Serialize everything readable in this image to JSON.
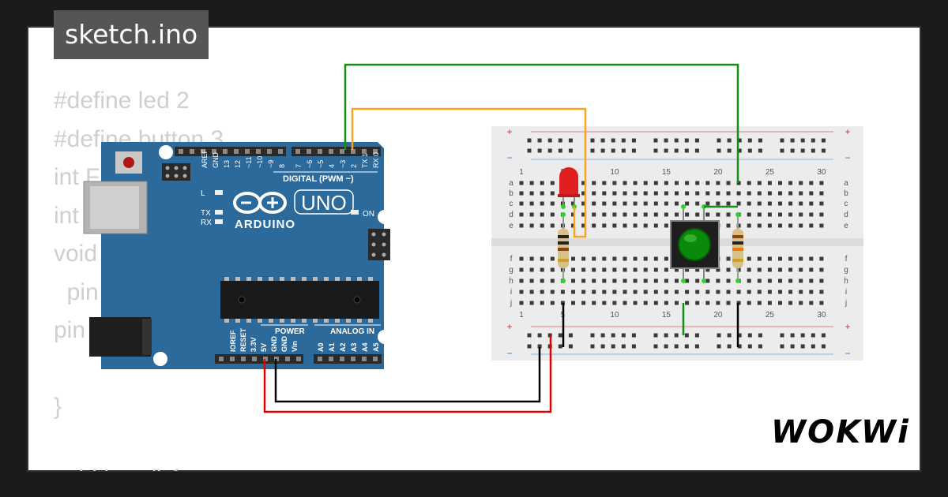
{
  "title": "sketch.ino",
  "code_lines": [
    "#define led 2",
    "#define button 3",
    "int F",
    "int",
    "void",
    "  pin",
    "pin",
    "",
    "}"
  ],
  "code_tail": "void loop() {",
  "arduino": {
    "model": "UNO",
    "brand": "ARDUINO",
    "digital_label": "DIGITAL (PWM ~)",
    "power_label": "POWER",
    "analog_label": "ANALOG IN",
    "led_labels": [
      "L",
      "TX",
      "RX"
    ],
    "on_label": "ON",
    "digital_pins": [
      "AREF",
      "GND",
      "13",
      "12",
      "~11",
      "~10",
      "~9",
      "8",
      "7",
      "~6",
      "~5",
      "4",
      "~3",
      "2",
      "TX 1",
      "RX 0"
    ],
    "power_pins": [
      "IOREF",
      "RESET",
      "3.3V",
      "5V",
      "GND",
      "GND",
      "Vin"
    ],
    "analog_pins": [
      "A0",
      "A1",
      "A2",
      "A3",
      "A4",
      "A5"
    ]
  },
  "breadboard": {
    "column_numbers": [
      "1",
      "5",
      "10",
      "15",
      "20",
      "25",
      "30"
    ],
    "rows_top": [
      "a",
      "b",
      "c",
      "d",
      "e"
    ],
    "rows_bottom": [
      "f",
      "g",
      "h",
      "i",
      "j"
    ],
    "rail_plus": "+",
    "rail_minus": "−"
  },
  "logo": "WOKWi",
  "colors": {
    "board": "#2a6496",
    "wire_green": "#148f14",
    "wire_orange": "#f5a623",
    "wire_red": "#e00000",
    "wire_black": "#000000",
    "led": "#e02020",
    "button": "#0a8a0a",
    "breadboard": "#ececec"
  }
}
